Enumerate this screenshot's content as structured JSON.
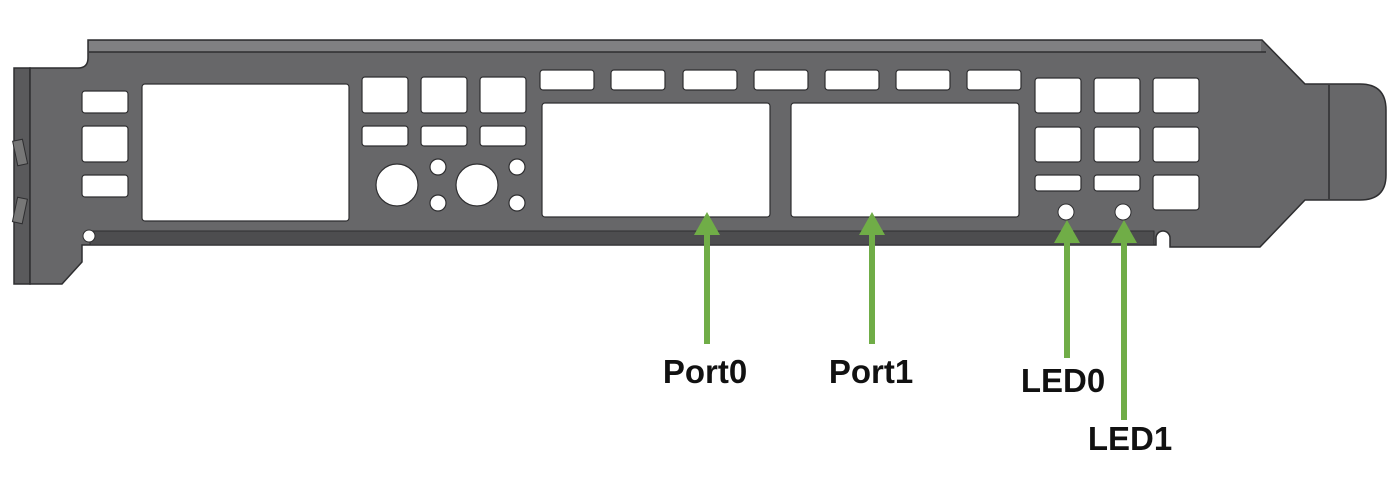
{
  "title": "PCIe bracket port and LED layout",
  "colors": {
    "bracket": "#676769",
    "edge": "#2e2e30",
    "highlight": "#8a8a8c",
    "arrow": "#70ad47",
    "label": "#111111"
  },
  "callouts": [
    {
      "id": "port0",
      "label": "Port0"
    },
    {
      "id": "port1",
      "label": "Port1"
    },
    {
      "id": "led0",
      "label": "LED0"
    },
    {
      "id": "led1",
      "label": "LED1"
    }
  ]
}
